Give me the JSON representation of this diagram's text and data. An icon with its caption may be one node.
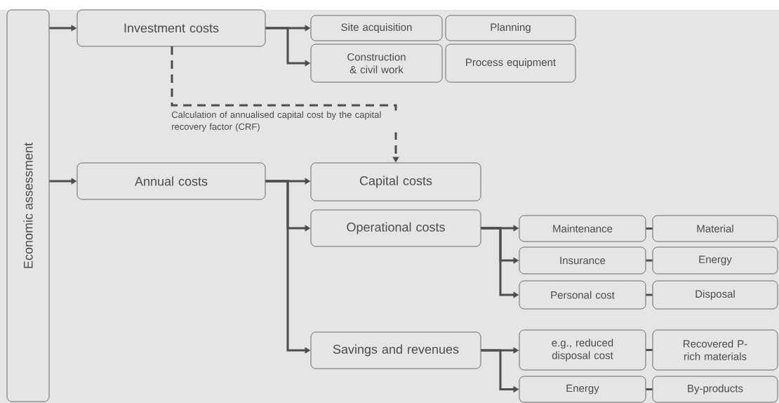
{
  "diagram": {
    "nodes": [
      {
        "text": [
          "Economic assessment"
        ]
      },
      {
        "text": [
          "Investment costs"
        ]
      },
      {
        "text": [
          "Site acquisition"
        ]
      },
      {
        "text": [
          "Planning"
        ]
      },
      {
        "text": [
          "Construction & civil work"
        ]
      },
      {
        "text": [
          "Process equipment"
        ]
      },
      {
        "text": [
          "Annual costs"
        ]
      },
      {
        "text": [
          "Capital costs"
        ]
      },
      {
        "text": [
          "Operational costs"
        ]
      },
      {
        "text": [
          "Maintenance"
        ]
      },
      {
        "text": [
          "Material"
        ]
      },
      {
        "text": [
          "Insurance"
        ]
      },
      {
        "text": [
          "Energy"
        ]
      },
      {
        "text": [
          "Personal cost"
        ]
      },
      {
        "text": [
          "Disposal"
        ]
      },
      {
        "text": [
          "Savings and revenues"
        ]
      },
      {
        "text": [
          "e.g., reduced disposal cost"
        ]
      },
      {
        "text": [
          "Recovered P-rich materials"
        ]
      },
      {
        "text": [
          "Energy"
        ]
      },
      {
        "text": [
          "By-products"
        ]
      }
    ],
    "edges": [
      {
        "from": 0,
        "to": 1,
        "arrow": "to"
      },
      {
        "from": 0,
        "to": 6,
        "arrow": "to"
      },
      {
        "from": 1,
        "to": 2,
        "arrow": "to"
      },
      {
        "from": 1,
        "to": 4,
        "arrow": "to"
      },
      {
        "from": 1,
        "to": 7,
        "arrow": "to",
        "style": "dashed",
        "label": "Calculation of annualised capital cost by the capital recovery factor (CRF)"
      },
      {
        "from": 6,
        "to": 7,
        "arrow": "to"
      },
      {
        "from": 6,
        "to": 8,
        "arrow": "to"
      },
      {
        "from": 6,
        "to": 15,
        "arrow": "to"
      },
      {
        "from": 8,
        "to": 9,
        "arrow": "to"
      },
      {
        "from": 8,
        "to": 11,
        "arrow": "to"
      },
      {
        "from": 8,
        "to": 13,
        "arrow": "to"
      },
      {
        "from": 9,
        "to": 10,
        "arrow": "none"
      },
      {
        "from": 11,
        "to": 12,
        "arrow": "none"
      },
      {
        "from": 13,
        "to": 14,
        "arrow": "none"
      },
      {
        "from": 15,
        "to": 16,
        "arrow": "to"
      },
      {
        "from": 15,
        "to": 18,
        "arrow": "to"
      },
      {
        "from": 16,
        "to": 17,
        "arrow": "none"
      },
      {
        "from": 18,
        "to": 19,
        "arrow": "none"
      }
    ]
  }
}
